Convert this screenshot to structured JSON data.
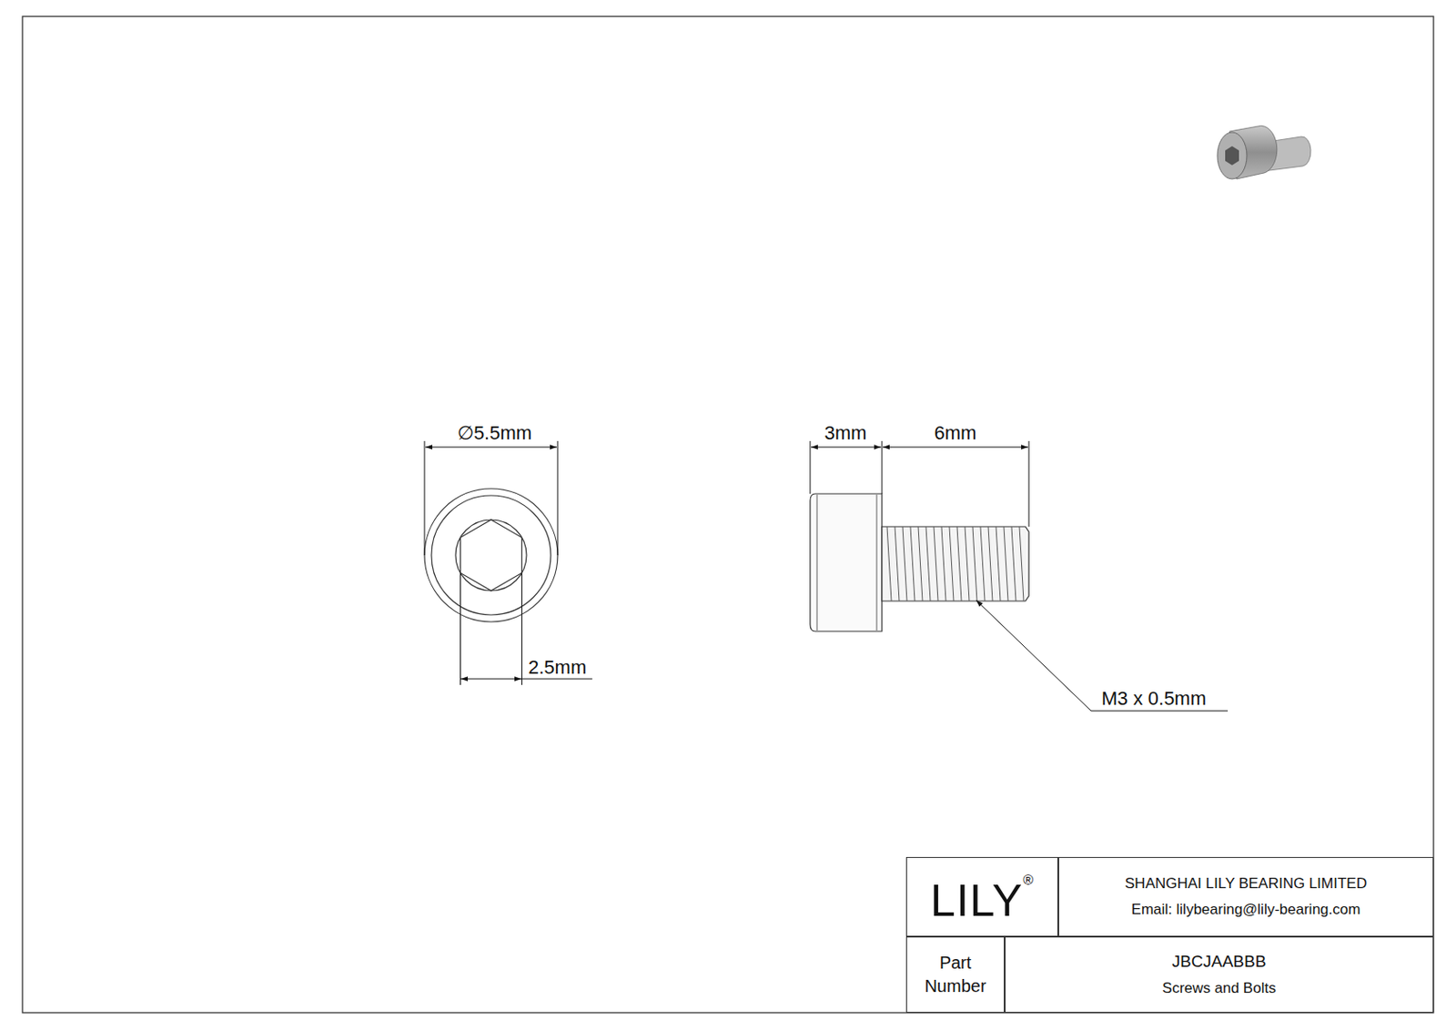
{
  "diagram": {
    "nodes": [
      {
        "text": [
          "LILY",
          "®"
        ]
      },
      {
        "text": [
          "SHANGHAI LILY BEARING LIMITED",
          "Email: lilybearing@lily-bearing.com"
        ]
      },
      {
        "text": [
          "Part Number"
        ]
      },
      {
        "text": [
          "JBCJAABBB",
          "Screws and Bolts"
        ]
      }
    ],
    "labels": [
      "∅5.5mm",
      "2.5mm",
      "3mm",
      "6mm",
      "M3 x 0.5mm"
    ]
  }
}
